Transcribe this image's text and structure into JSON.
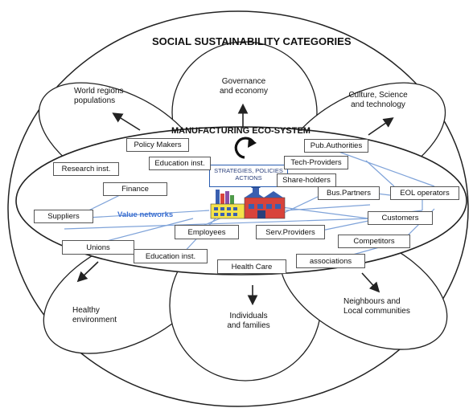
{
  "title": "SOCIAL SUSTAINABILITY CATEGORIES",
  "ecosystem_title": "MANUFACTURING ECO-SYSTEM",
  "center_box": "STRATEGIES, POLICIES\nACTIONS",
  "value_networks_label": "Value networks",
  "categories": {
    "governance": "Governance\nand economy",
    "world_regions": "World regions\npopulations",
    "culture": "Culture, Science\nand technology",
    "healthy_env": "Healthy\nenvironment",
    "individuals": "Individuals\nand families",
    "neighbours": "Neighbours  and\nLocal communities"
  },
  "stakeholders": {
    "policy_makers": "Policy Makers",
    "education_inst_top": "Education inst.",
    "research_inst": "Research inst.",
    "finance": "Finance",
    "suppliers": "Suppliers",
    "pub_authorities": "Pub.Authorities",
    "tech_providers": "Tech-Providers",
    "share_holders": "Share-holders",
    "bus_partners": "Bus.Partners",
    "eol_operators": "EOL operators",
    "customers": "Customers",
    "competitors": "Competitors",
    "employees": "Employees",
    "serv_providers": "Serv.Providers",
    "unions": "Unions",
    "education_inst_bottom": "Education inst.",
    "health_care": "Health Care",
    "associations": "associations"
  },
  "colors": {
    "outline": "#222222",
    "network_lines": "#7fa3d9",
    "value_networks_text": "#3b6fd1",
    "factory_yellow": "#f4e24a",
    "factory_red": "#d8433b",
    "factory_blue": "#3a5fb0"
  }
}
